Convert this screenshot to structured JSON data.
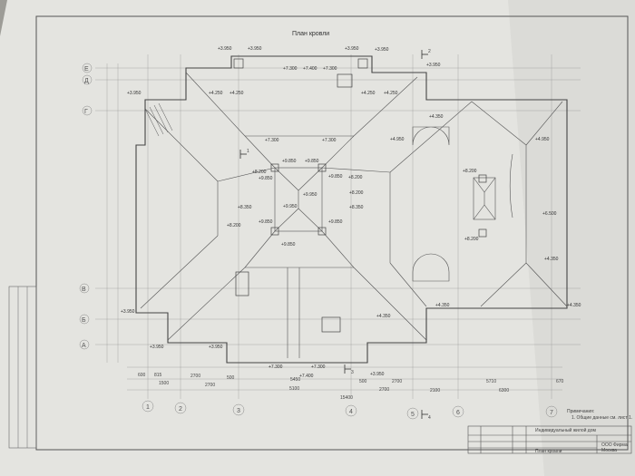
{
  "drawing": {
    "title": "План кровли",
    "elevations": [
      "+3.950",
      "+3.950",
      "+3.950",
      "+3.950",
      "+3.950",
      "+7.300",
      "+7.400",
      "+7.300",
      "+4.250",
      "+4.250",
      "+4.250",
      "+4.250",
      "+7.300",
      "+7.300",
      "+8.200",
      "+8.200",
      "+9.850",
      "+9.850",
      "+9.850",
      "+9.850",
      "+9.850",
      "+9.850",
      "+9.850",
      "+9.950",
      "+9.950",
      "+8.200",
      "+8.350",
      "+8.200",
      "+8.350",
      "+7.300",
      "+7.400",
      "+7.300",
      "+3.950",
      "+3.950",
      "+3.950",
      "+4.350",
      "+4.350",
      "+4.350",
      "+4.950",
      "+4.950",
      "+8.200",
      "+8.200",
      "+6.500",
      "+4.350",
      "+4.350",
      "+3.950",
      "+3.950"
    ],
    "row_axes": [
      "Е",
      "Д",
      "Г",
      "В",
      "Б",
      "А"
    ],
    "column_axes": [
      "1",
      "2",
      "3",
      "4",
      "5",
      "6",
      "7"
    ],
    "dimensions": [
      "600",
      "815",
      "2700",
      "500",
      "5450",
      "500",
      "2700",
      "1500",
      "2700",
      "5100",
      "2700",
      "2100",
      "15400",
      "5710",
      "670",
      "6300"
    ],
    "section_marks": [
      "1",
      "2",
      "3",
      "4"
    ],
    "notes": {
      "heading": "Примечания:",
      "item": "1. Общие данные см. лист 1."
    },
    "title_block": {
      "sheet_name": "План кровли",
      "object": "Индивидуальный жилой дом",
      "company": "ООО Фирма",
      "city": "Москва"
    }
  }
}
